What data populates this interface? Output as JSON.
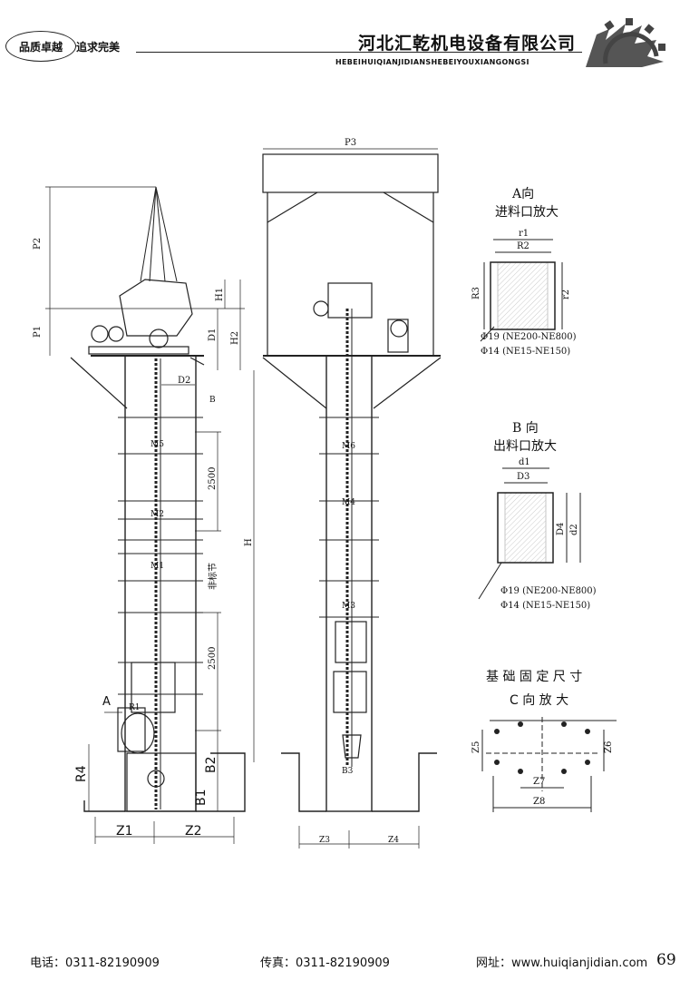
{
  "header": {
    "slogan_left": "品质卓越",
    "slogan_right": "追求完美",
    "company": "河北汇乾机电设备有限公司",
    "pinyin": "HEBEIHUIQIANJIDIANSHEBEIYOUXIANGONGSI"
  },
  "drawing": {
    "left_dims": {
      "p2": "P2",
      "p1": "P1",
      "h1": "H1",
      "h2": "H2",
      "d1": "D1",
      "d2": "D2",
      "b_arrow": "B",
      "m5": "M5",
      "m2": "M2",
      "m1": "M1",
      "d2500a": "2500",
      "d2500b": "2500",
      "nonstd": "非标节",
      "h": "H",
      "a_arrow": "A",
      "r1": "R1",
      "r4": "R4",
      "b2": "B2",
      "b1": "B1",
      "z1": "Z1",
      "z2": "Z2"
    },
    "middle_dims": {
      "p3": "P3",
      "m6": "M6",
      "m4": "M4",
      "m3": "M3",
      "b3": "B3",
      "z3": "Z3",
      "z4": "Z4"
    },
    "view_a": {
      "title1": "A向",
      "title2": "进料口放大",
      "r1": "r1",
      "r2": "R2",
      "r3": "R3",
      "r2b": "r2",
      "note1": "Φ19 (NE200-NE800)",
      "note2": "Φ14 (NE15-NE150)"
    },
    "view_b": {
      "title1": "B 向",
      "title2": "出料口放大",
      "d1": "d1",
      "d3": "D3",
      "d4": "D4",
      "d2": "d2",
      "note1": "Φ19 (NE200-NE800)",
      "note2": "Φ14 (NE15-NE150)"
    },
    "view_c": {
      "title1": "基 础 固 定 尺 寸",
      "title2": "C 向 放 大",
      "z5": "Z5",
      "z6": "Z6",
      "z7": "Z7",
      "z8": "Z8"
    }
  },
  "footer": {
    "tel": "电话：0311-82190909",
    "fax": "传真：0311-82190909",
    "web": "网址：www.huiqianjidian.com",
    "page_number": "69"
  }
}
